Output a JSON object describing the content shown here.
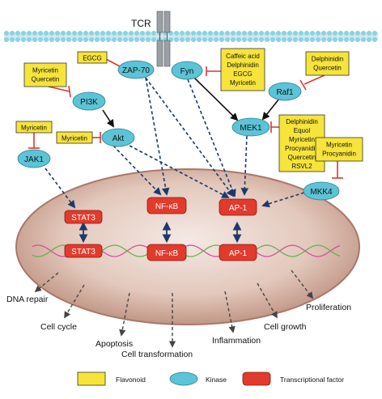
{
  "receptor": {
    "label": "TCR"
  },
  "kinases": {
    "zap70": "ZAP-70",
    "fyn": "Fyn",
    "pi3k": "PI3K",
    "akt": "Akt",
    "jak1": "JAK1",
    "raf1": "Raf1",
    "mek1": "MEK1",
    "mkk4": "MKK4"
  },
  "flavonoid_boxes": {
    "egcg_zap": [
      "EGCG"
    ],
    "fyn_inhibitors": [
      "Caffeic acid",
      "Delphinidin",
      "EGCG",
      "Myricetin"
    ],
    "raf1_inhibitors": [
      "Delphinidin",
      "Quercetin"
    ],
    "pi3k_inhibitors": [
      "Myricetin",
      "Quercetin"
    ],
    "jak1_inhibitors": [
      "Myricetin"
    ],
    "akt_inhibitors": [
      "Myricetin"
    ],
    "mek1_inhibitors": [
      "Delphinidin",
      "Equol",
      "Myricetin",
      "Procyanidin",
      "Quercetin",
      "RSVL2"
    ],
    "mkk4_inhibitors": [
      "Myricetin",
      "Procyanidin"
    ]
  },
  "transcription_factors": {
    "stat3_top": "STAT3",
    "stat3_bottom": "STAT3",
    "nfkb_top": "NF-κB",
    "nfkb_bottom": "NF-κB",
    "ap1_top": "AP-1",
    "ap1_bottom": "AP-1"
  },
  "outcomes": {
    "dna_repair": "DNA repair",
    "cell_cycle": "Cell cycle",
    "apoptosis": "Apoptosis",
    "cell_transformation": "Cell transformation",
    "inflammation": "Inflammation",
    "cell_growth": "Cell growth",
    "proliferation": "Proliferation"
  },
  "legend": {
    "flavonoid": "Flavonoid",
    "kinase": "Kinase",
    "transcriptional_factor": "Transcriptional factor"
  },
  "colors": {
    "flavonoid_fill": "#f7e43a",
    "kinase_fill": "#5bc4d6",
    "tf_fill": "#e23a2c",
    "inhibition": "#d33b33",
    "arrow": "#1b3a6b",
    "membrane": "#8ed2e2"
  }
}
